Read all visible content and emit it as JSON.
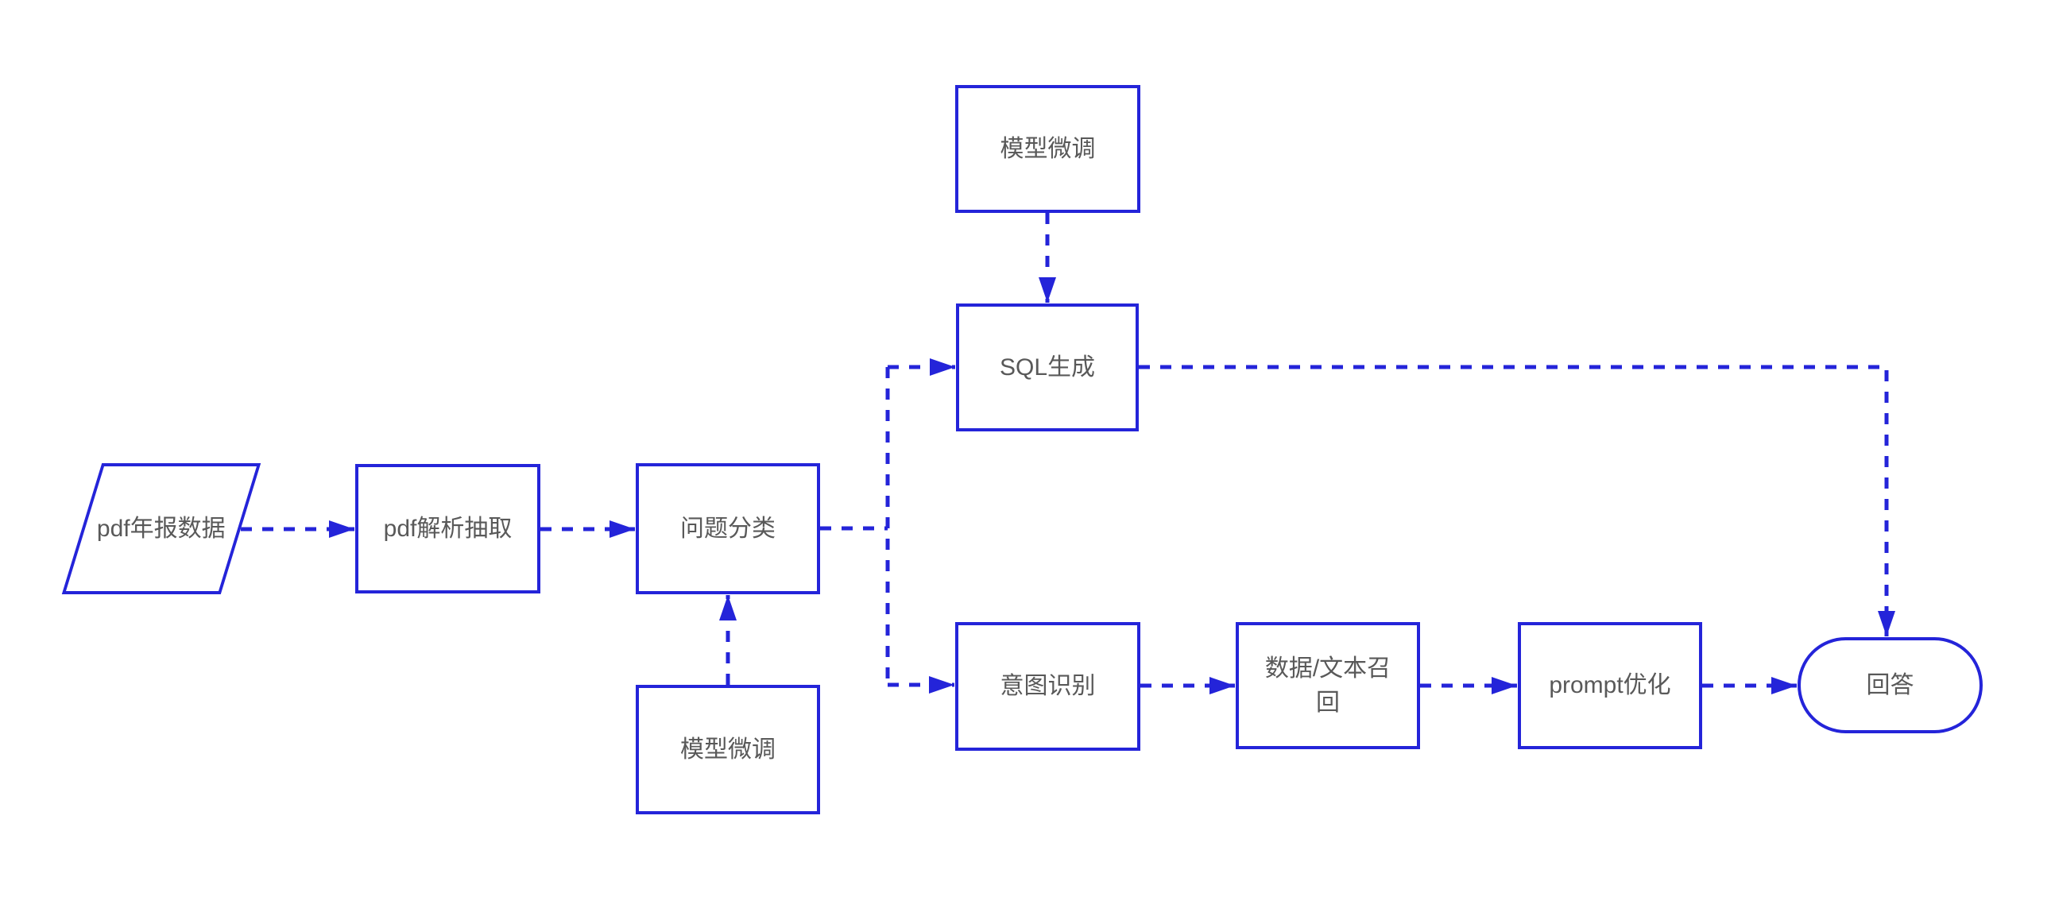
{
  "diagram": {
    "colors": {
      "accent": "#2424d9",
      "node_fill": "#ffffff",
      "label_text": "#595959",
      "background": "#ffffff"
    },
    "nodes": [
      {
        "id": "pdf-annual-report-data",
        "shape": "parallelogram",
        "label": "pdf年报数据"
      },
      {
        "id": "pdf-parse-extract",
        "shape": "rectangle",
        "label": "pdf解析抽取"
      },
      {
        "id": "question-classification",
        "shape": "rectangle",
        "label": "问题分类"
      },
      {
        "id": "model-finetune-top",
        "shape": "rectangle",
        "label": "模型微调"
      },
      {
        "id": "sql-generation",
        "shape": "rectangle",
        "label": "SQL生成"
      },
      {
        "id": "model-finetune-bottom",
        "shape": "rectangle",
        "label": "模型微调"
      },
      {
        "id": "intent-recognition",
        "shape": "rectangle",
        "label": "意图识别"
      },
      {
        "id": "data-text-recall",
        "shape": "rectangle",
        "label": "数据/文本召回"
      },
      {
        "id": "prompt-optimization",
        "shape": "rectangle",
        "label": "prompt优化"
      },
      {
        "id": "answer",
        "shape": "stadium",
        "label": "回答"
      }
    ],
    "edges": [
      {
        "from": "pdf-annual-report-data",
        "to": "pdf-parse-extract",
        "style": "dashed-arrow"
      },
      {
        "from": "pdf-parse-extract",
        "to": "question-classification",
        "style": "dashed-arrow"
      },
      {
        "from": "question-classification",
        "to": "sql-generation",
        "style": "dashed-arrow"
      },
      {
        "from": "question-classification",
        "to": "intent-recognition",
        "style": "dashed-arrow"
      },
      {
        "from": "model-finetune-top",
        "to": "sql-generation",
        "style": "dashed-arrow"
      },
      {
        "from": "model-finetune-bottom",
        "to": "question-classification",
        "style": "dashed-arrow"
      },
      {
        "from": "sql-generation",
        "to": "answer",
        "style": "dashed-arrow"
      },
      {
        "from": "intent-recognition",
        "to": "data-text-recall",
        "style": "dashed-arrow"
      },
      {
        "from": "data-text-recall",
        "to": "prompt-optimization",
        "style": "dashed-arrow"
      },
      {
        "from": "prompt-optimization",
        "to": "answer",
        "style": "dashed-arrow"
      }
    ]
  }
}
